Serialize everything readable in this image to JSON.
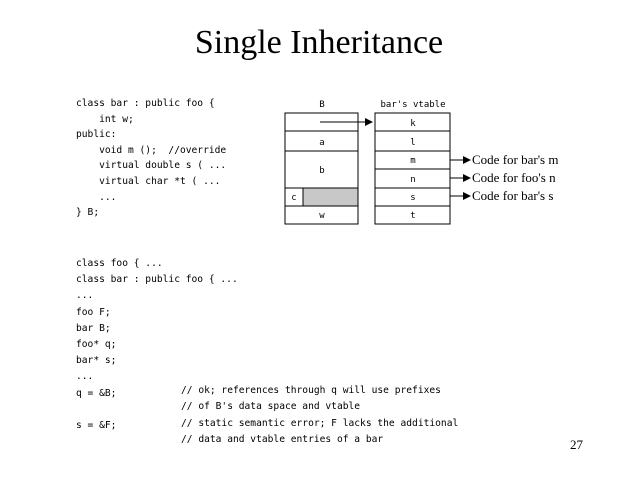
{
  "title": "Single Inheritance",
  "code_block_1": [
    "class bar : public foo {",
    "    int w;",
    "public:",
    "    void m ();  //override",
    "    virtual double s ( ...",
    "    virtual char *t ( ...",
    "    ...",
    "} B;"
  ],
  "code_block_2": [
    "class foo { ...",
    "class bar : public foo { ...",
    "...",
    "foo F;",
    "bar B;",
    "foo* q;",
    "bar* s;",
    "...",
    "q = &B;",
    "",
    "s = &F;",
    ""
  ],
  "comments": [
    "// ok; references through q will use prefixes",
    "// of B's data space and vtable",
    "// static semantic error; F lacks the additional",
    "// data and vtable entries of a bar"
  ],
  "diagram": {
    "object_label": "B",
    "vtable_label": "bar's vtable",
    "object_fields": [
      "a",
      "b",
      "c",
      "w"
    ],
    "vtable_entries": [
      "k",
      "l",
      "m",
      "n",
      "s",
      "t"
    ],
    "code_refs": [
      "Code for bar's m",
      "Code for foo's n",
      "Code for bar's s"
    ]
  },
  "page_number": "27"
}
